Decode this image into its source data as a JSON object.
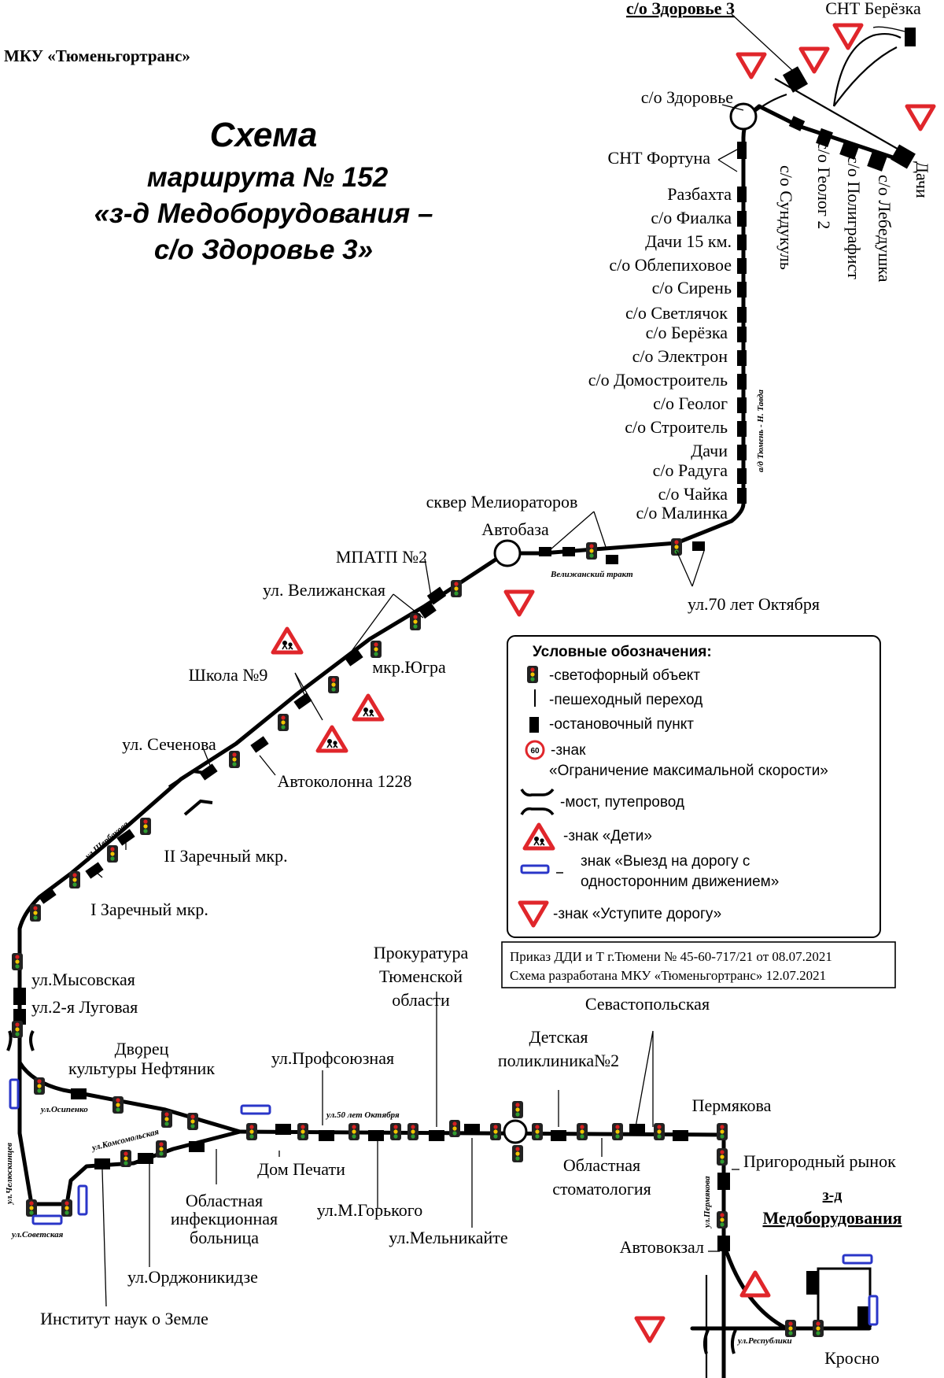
{
  "organization": "МКУ «Тюменьгортранс»",
  "title": {
    "line1": "Схема",
    "line2": "маршрута № 152",
    "line3": "«з-д Медоборудования –",
    "line4": "с/о Здоровье 3»"
  },
  "stops_north": [
    "с/о Здоровье 3",
    "СНТ Берёзка",
    "с/о Здоровье",
    "СНТ Фортуна",
    "Разбахта",
    "с/о Фиалка",
    "Дачи 15 км.",
    "с/о Облепиховое",
    "с/о Сирень",
    "с/о Светлячок",
    "с/о Берёзка",
    "с/о Электрон",
    "с/о Домостроитель",
    "с/о Геолог",
    "с/о Строитель",
    "Дачи",
    "с/о Радуга",
    "с/о Чайка",
    "с/о Малинка"
  ],
  "stops_branch": [
    "с/о Сундукуль",
    "с/о Геолог 2",
    "с/о Полиграфист",
    "с/о Лебедушка",
    "Дачи"
  ],
  "road_labels": {
    "tavda": "а/д Тюмень - Н. Тавда",
    "velizhansky": "Велижанский тракт",
    "scherbakova": "ул.Щербакова",
    "osipenko": "ул.Осипенко",
    "komsomolskaya": "ул.Комсомольская",
    "chelyuskintsev": "ул.Челюскинцев",
    "sovetskaya": "ул.Советская",
    "let50": "ул.50 лет Октября",
    "permyakova": "ул.Пермякова",
    "respubliki": "ул.Республики"
  },
  "stops_middle": [
    "сквер Мелиораторов",
    "Автобаза",
    "ул.70 лет Октября",
    "МПАТП №2",
    "ул. Велижанская",
    "мкр.Югра",
    "Школа №9",
    "ул. Сеченова",
    "Автоколонна 1228",
    "II Заречный мкр.",
    "I Заречный мкр.",
    "ул.Мысовская",
    "ул.2-я Луговая"
  ],
  "stops_south": {
    "dvorets": [
      "Дворец",
      "культуры Нефтяник"
    ],
    "prokuratura": [
      "Прокуратура",
      "Тюменской",
      "области"
    ],
    "profsoyuznaya": "ул.Профсоюзная",
    "detskaya": [
      "Детская",
      "поликлиника№2"
    ],
    "sevastopolskaya": "Севастопольская",
    "permyakova": "Пермякова",
    "dom_pechati": "Дом Печати",
    "gorkogo": "ул.М.Горького",
    "melnikaite": "ул.Мельникайте",
    "stomatologiya": [
      "Областная",
      "стоматология"
    ],
    "bolnitsa": [
      "Областная",
      "инфекционная",
      "больница"
    ],
    "ordzhonikidze": "ул.Орджоникидзе",
    "institut": "Институт наук о Земле",
    "prigorodny": "Пригородный рынок",
    "avtovokzal": "Автовокзал",
    "zavod": [
      "з-д",
      "Медоборудования"
    ],
    "krosno": "Кросно"
  },
  "legend": {
    "heading": "Условные обозначения:",
    "items": [
      "-светофорный объект",
      "-пешеходный переход",
      "-остановочный пункт",
      "-знак",
      "«Ограничение максимальной скорости»",
      "-мост, путепровод",
      "-знак «Дети»",
      "знак «Выезд на дорогу с",
      "односторонним движением»",
      "-знак «Уступите дорогу»"
    ],
    "speed_value": "60"
  },
  "order": {
    "line1": "Приказ ДДИ и Т г.Тюмени № 45-60-717/21 от 08.07.2021",
    "line2": "Схема разработана МКУ «Тюменьгортранс» 12.07.2021"
  },
  "colors": {
    "sign_red": "#e0262b",
    "one_way_blue": "#2a36c8",
    "light_yellow": "#f2c400",
    "light_red": "#d62020",
    "light_green": "#2f9a2f"
  }
}
